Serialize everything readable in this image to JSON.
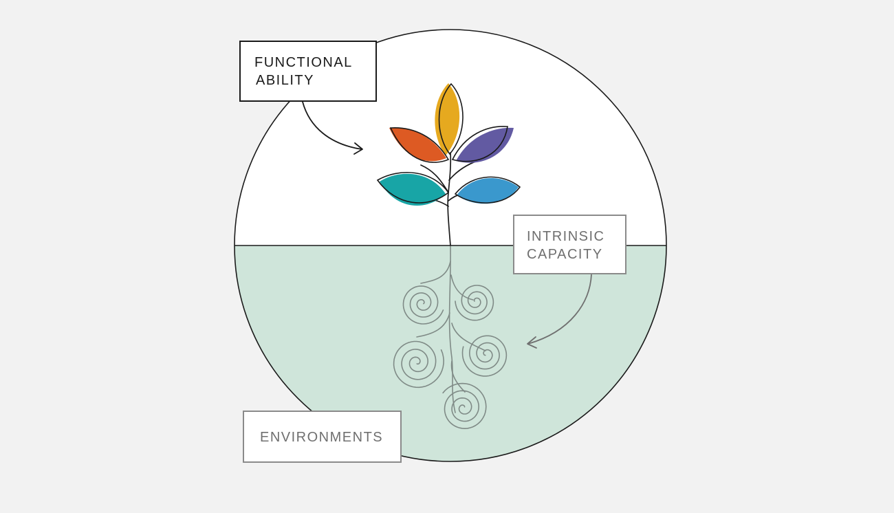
{
  "labels": {
    "functional_ability": {
      "line1": "FUNCTIONAL",
      "line2": "ABILITY"
    },
    "intrinsic_capacity": {
      "line1": "INTRINSIC",
      "line2": "CAPACITY"
    },
    "environments": "ENVIRONMENTS"
  },
  "colors": {
    "background": "#f2f2f2",
    "circle_top": "#ffffff",
    "circle_bottom": "#cfe5da",
    "outline": "#1a1a1a",
    "root_lines": "#7f8a86",
    "leaf_yellow": "#e6a91f",
    "leaf_orange": "#dd5a23",
    "leaf_purple": "#625aa2",
    "leaf_teal": "#18a5a6",
    "leaf_blue": "#3a98cd",
    "arrow_dark": "#1a1a1a",
    "arrow_gray": "#6f6f6f"
  }
}
